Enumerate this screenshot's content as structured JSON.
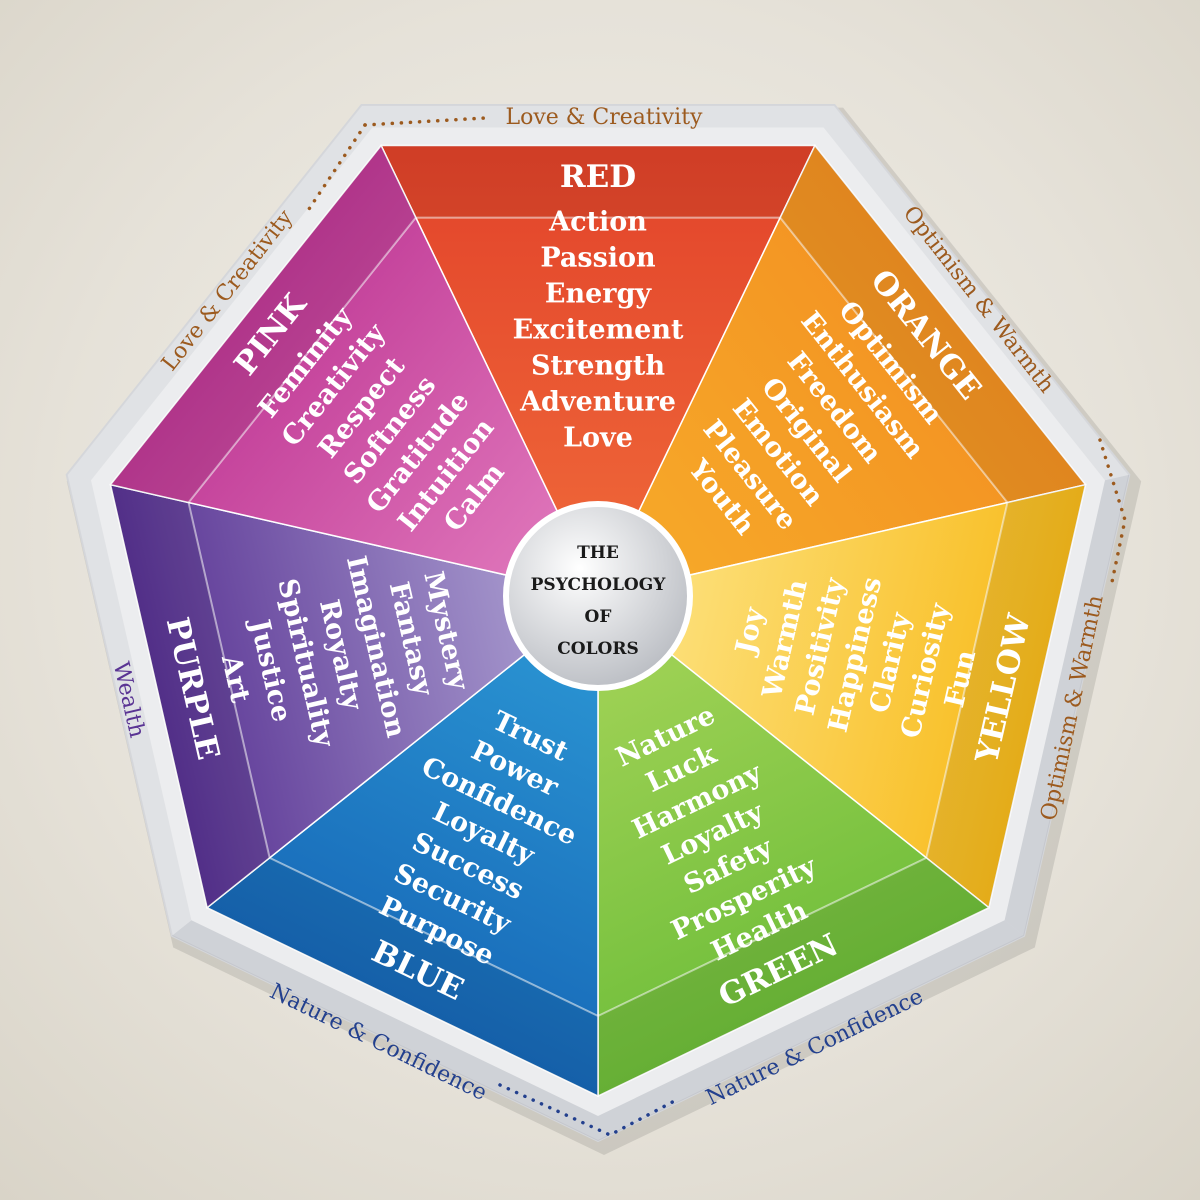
{
  "center": {
    "lines": [
      "THE",
      "PSYCHOLOGY",
      "OF",
      "COLORS"
    ]
  },
  "segments": [
    {
      "id": "red",
      "name": "RED",
      "color": "#e2432a",
      "light": "#f06a3a",
      "words": [
        "Action",
        "Passion",
        "Energy",
        "Excitement",
        "Strength",
        "Adventure",
        "Love"
      ]
    },
    {
      "id": "orange",
      "name": "ORANGE",
      "color": "#f39222",
      "light": "#f7ac2a",
      "words": [
        "Optimism",
        "Enthusiasm",
        "Freedom",
        "Original",
        "Emotion",
        "Pleasure",
        "Youth"
      ]
    },
    {
      "id": "yellow",
      "name": "YELLOW",
      "color": "#f8bb1c",
      "light": "#fde68a",
      "words": [
        "Joy",
        "Warmth",
        "Positivity",
        "Happiness",
        "Clarity",
        "Curiosity",
        "Fun"
      ]
    },
    {
      "id": "green",
      "name": "GREEN",
      "color": "#6fbe3a",
      "light": "#a8d55a",
      "words": [
        "Nature",
        "Luck",
        "Harmony",
        "Loyalty",
        "Safety",
        "Prosperity",
        "Health"
      ]
    },
    {
      "id": "blue",
      "name": "BLUE",
      "color": "#1769b8",
      "light": "#2d9ad6",
      "words": [
        "Trust",
        "Power",
        "Confidence",
        "Loyalty",
        "Success",
        "Security",
        "Purpose"
      ]
    },
    {
      "id": "purple",
      "name": "PURPLE",
      "color": "#5a3494",
      "light": "#b2a8d6",
      "words": [
        "Mystery",
        "Fantasy",
        "Imagination",
        "Royalty",
        "Spirituality",
        "Justice",
        "Art"
      ]
    },
    {
      "id": "pink",
      "name": "PINK",
      "color": "#c03a96",
      "light": "#e47fc0",
      "words": [
        "Feminity",
        "Creativity",
        "Respect",
        "Softness",
        "Gratitude",
        "Intuition",
        "Calm"
      ]
    }
  ],
  "ring_labels": [
    {
      "id": "top",
      "text": "Love & Creativity",
      "color": "#9c5a1e"
    },
    {
      "id": "upper-left",
      "text": "Love & Creativity",
      "color": "#9c5a1e"
    },
    {
      "id": "upper-right",
      "text": "Optimism & Warmth",
      "color": "#9c5a1e"
    },
    {
      "id": "lower-right",
      "text": "Optimism & Warmth",
      "color": "#9c5a1e"
    },
    {
      "id": "left",
      "text": "Wealth",
      "color": "#5a3494"
    },
    {
      "id": "bottom-left",
      "text": "Nature & Confidence",
      "color": "#23408e"
    },
    {
      "id": "bottom-right",
      "text": "Nature & Confidence",
      "color": "#23408e"
    }
  ],
  "colors": {
    "frame": "#ecedef",
    "frame_shadow": "#b8bcc2",
    "dots_brown": "#9c5a1e",
    "dots_blue": "#23408e"
  }
}
